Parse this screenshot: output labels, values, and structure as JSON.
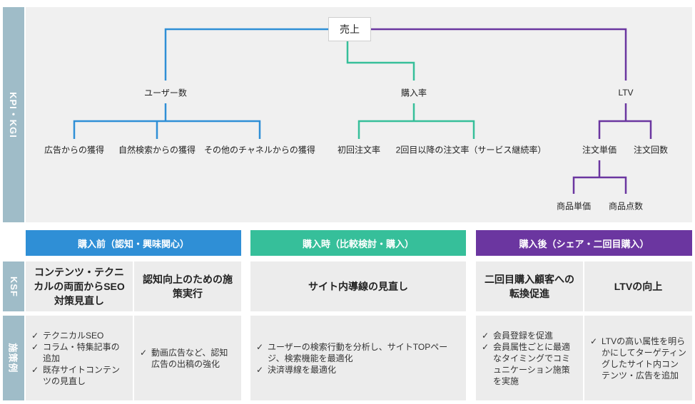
{
  "side_labels": {
    "kpi": "KPI・KGI",
    "ksf": "KSF",
    "examples": "施策例"
  },
  "tree": {
    "root": "売上",
    "level1": [
      "ユーザー数",
      "購入率",
      "LTV"
    ],
    "user_children": [
      "広告からの獲得",
      "自然検索からの獲得",
      "その他のチャネルからの獲得"
    ],
    "rate_children": [
      "初回注文率",
      "2回目以降の注文率（サービス継続率）"
    ],
    "ltv_children": [
      "注文単価",
      "注文回数"
    ],
    "price_children": [
      "商品単価",
      "商品点数"
    ]
  },
  "colors": {
    "blue": "#2f8fd6",
    "green": "#36bf9a",
    "purple": "#6b36a0",
    "side": "#9fbcc8"
  },
  "phases": {
    "before": {
      "header": "購入前（認知・興味関心）",
      "ksf": [
        "コンテンツ・テクニカルの両面からSEO対策見直し",
        "認知向上のための施策実行"
      ],
      "examples": [
        [
          "テクニカルSEO",
          "コラム・特集記事の追加",
          "既存サイトコンテンツの見直し"
        ],
        [
          "動画広告など、認知広告の出稿の強化"
        ]
      ]
    },
    "during": {
      "header": "購入時（比較検討・購入）",
      "ksf": [
        "サイト内導線の見直し"
      ],
      "examples": [
        [
          "ユーザーの検索行動を分析し、サイトTOPページ、検索機能を最適化",
          "決済導線を最適化"
        ]
      ]
    },
    "after": {
      "header": "購入後（シェア・二回目購入）",
      "ksf": [
        "二回目購入顧客への転換促進",
        "LTVの向上"
      ],
      "examples": [
        [
          "会員登録を促進",
          "会員属性ごとに最適なタイミングでコミュニケーション施策を実施"
        ],
        [
          "LTVの高い属性を明らかにしてターゲティングしたサイト内コンテンツ・広告を追加"
        ]
      ]
    }
  },
  "check_mark": "✓"
}
